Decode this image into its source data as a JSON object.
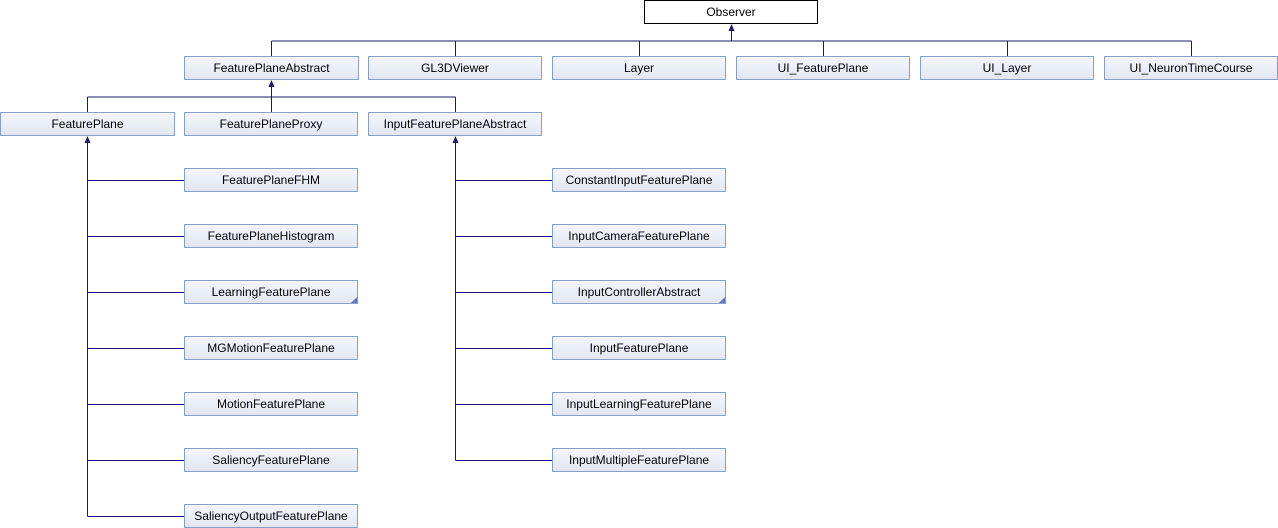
{
  "diagram": {
    "root": "Observer",
    "level1": [
      "FeaturePlaneAbstract",
      "GL3DViewer",
      "Layer",
      "UI_FeaturePlane",
      "UI_Layer",
      "UI_NeuronTimeCourse"
    ],
    "level2": [
      "FeaturePlane",
      "FeaturePlaneProxy",
      "InputFeaturePlaneAbstract"
    ],
    "feature_plane_children": [
      "FeaturePlaneFHM",
      "FeaturePlaneHistogram",
      "LearningFeaturePlane",
      "MGMotionFeaturePlane",
      "MotionFeaturePlane",
      "SaliencyFeaturePlane",
      "SaliencyOutputFeaturePlane"
    ],
    "input_children": [
      "ConstantInputFeaturePlane",
      "InputCameraFeaturePlane",
      "InputControllerAbstract",
      "InputFeaturePlane",
      "InputLearningFeaturePlane",
      "InputMultipleFeaturePlane"
    ],
    "colors": {
      "edge": "#191970",
      "node_border": "#8a9fc7",
      "node_fill_top": "#f4f6fb",
      "node_fill_bottom": "#e1e7f2",
      "corner_marker": "#5b7bc1"
    }
  }
}
